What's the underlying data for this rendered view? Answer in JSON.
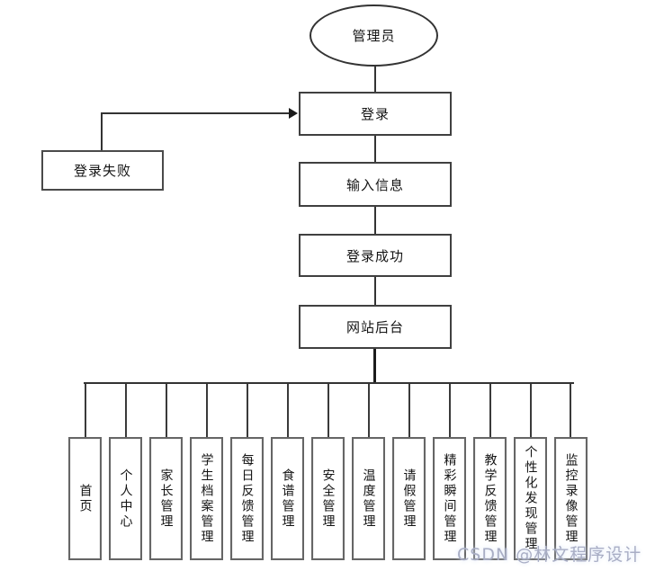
{
  "diagram": {
    "actor_label": "管理员",
    "nodes": {
      "login": "登录",
      "login_fail": "登录失败",
      "input_info": "输入信息",
      "login_success": "登录成功",
      "backend": "网站后台"
    },
    "modules": [
      "首页",
      "个人中心",
      "家长管理",
      "学生档案管理",
      "每日反馈管理",
      "食谱管理",
      "安全管理",
      "温度管理",
      "请假管理",
      "精彩瞬间管理",
      "教学反馈管理",
      "个性化发现管理",
      "监控录像管理"
    ],
    "watermark": "CSDN @林文程序设计",
    "colors": {
      "line": "#333333",
      "node_border": "#404040",
      "module_border": "#666666",
      "text": "#141414",
      "watermark": "#a9aec5",
      "background": "#ffffff"
    }
  }
}
